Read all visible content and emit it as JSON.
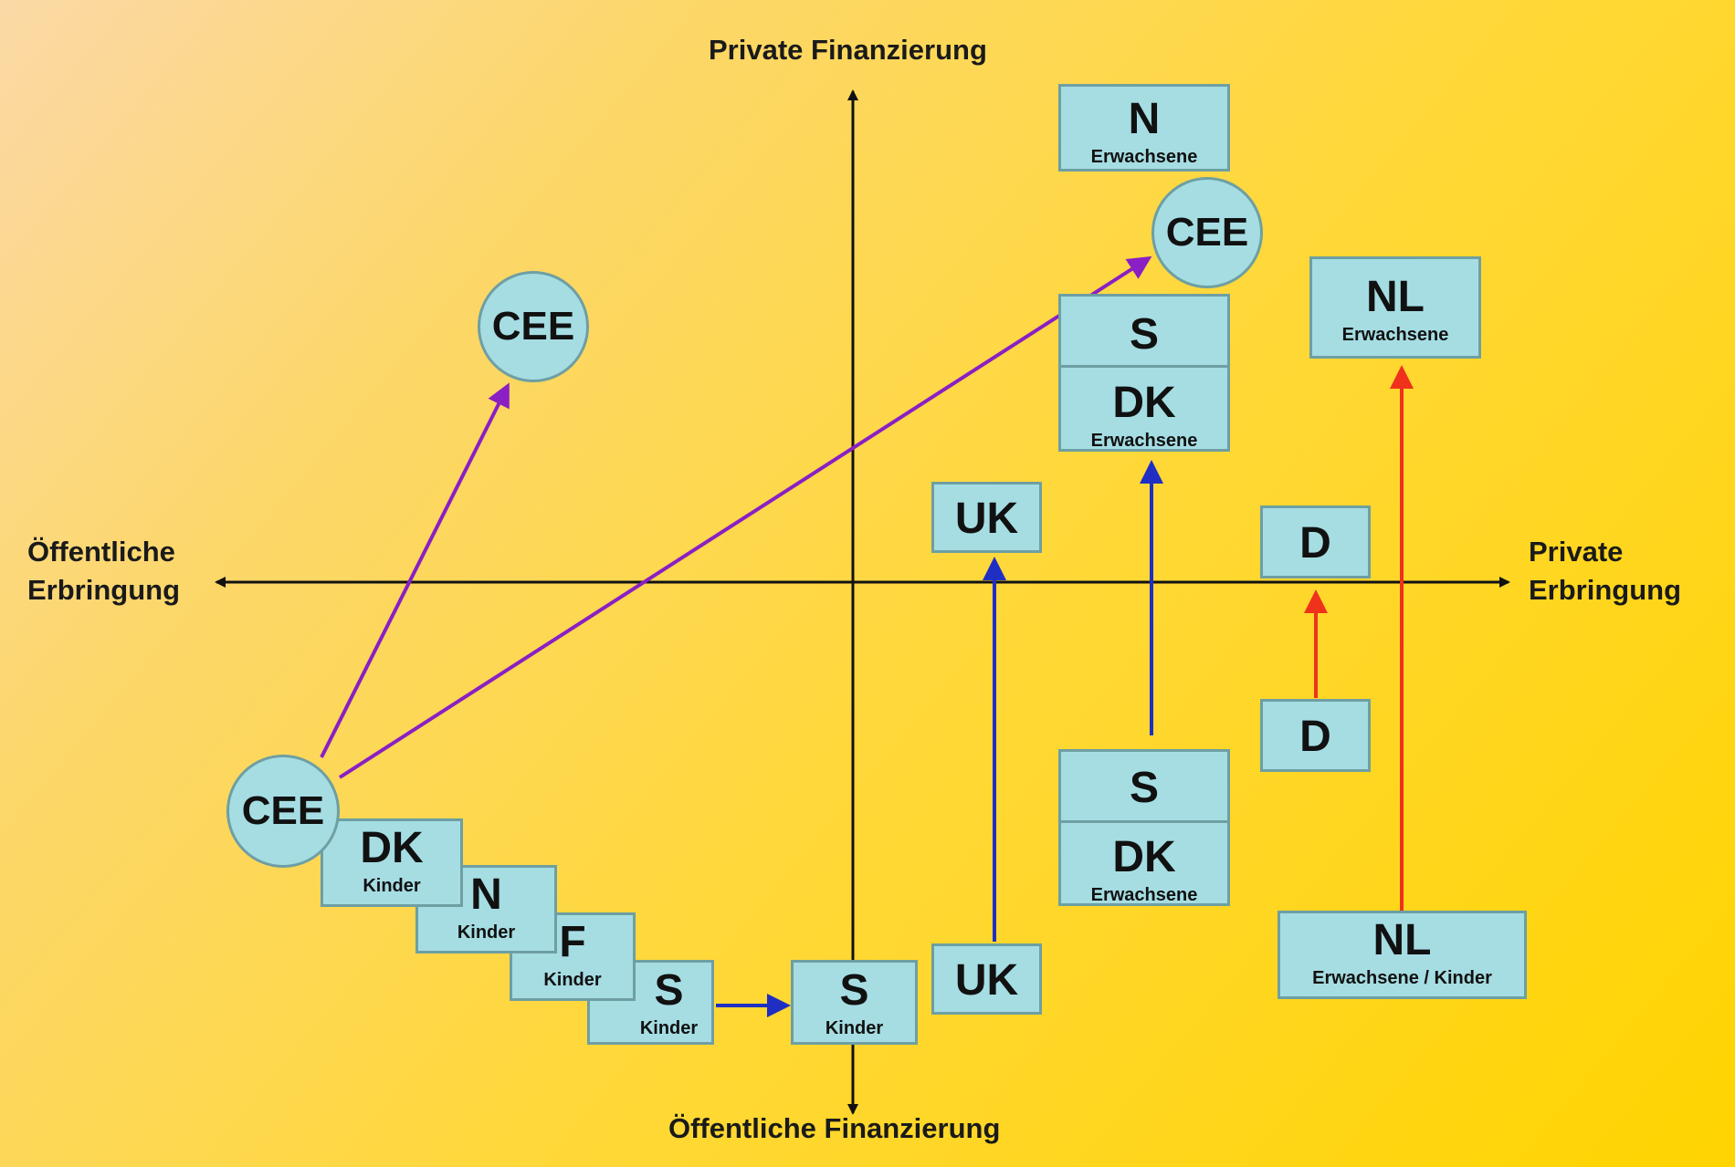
{
  "axes": {
    "top": "Private Finanzierung",
    "bottom": "Öffentliche Finanzierung",
    "left_line1": "Öffentliche",
    "left_line2": "Erbringung",
    "right_line1": "Private",
    "right_line2": "Erbringung"
  },
  "circles": {
    "cee_top_left": "CEE",
    "cee_top_right": "CEE",
    "cee_origin": "CEE"
  },
  "boxes": {
    "n_adults": {
      "main": "N",
      "sub": "Erwachsene"
    },
    "nl_adults": {
      "main": "NL",
      "sub": "Erwachsene"
    },
    "s_dk_adults_top": {
      "main1": "S",
      "main2": "DK",
      "sub": "Erwachsene"
    },
    "uk_top": {
      "main": "UK"
    },
    "d_top": {
      "main": "D"
    },
    "d_bottom": {
      "main": "D"
    },
    "s_dk_adults_bottom": {
      "main1": "S",
      "main2": "DK",
      "sub": "Erwachsene"
    },
    "nl_mixed": {
      "main": "NL",
      "sub": "Erwachsene / Kinder"
    },
    "uk_bottom": {
      "main": "UK"
    },
    "dk_kids": {
      "main": "DK",
      "sub": "Kinder"
    },
    "n_kids": {
      "main": "N",
      "sub": "Kinder"
    },
    "f_kids": {
      "main": "F",
      "sub": "Kinder"
    },
    "s_kids_left": {
      "main": "S",
      "sub": "Kinder"
    },
    "s_kids_center": {
      "main": "S",
      "sub": "Kinder"
    }
  },
  "colors": {
    "purple_arrow": "#8a1fc4",
    "blue_arrow": "#1f2fc4",
    "red_arrow": "#f0311c",
    "box_fill": "#a5dde3"
  }
}
